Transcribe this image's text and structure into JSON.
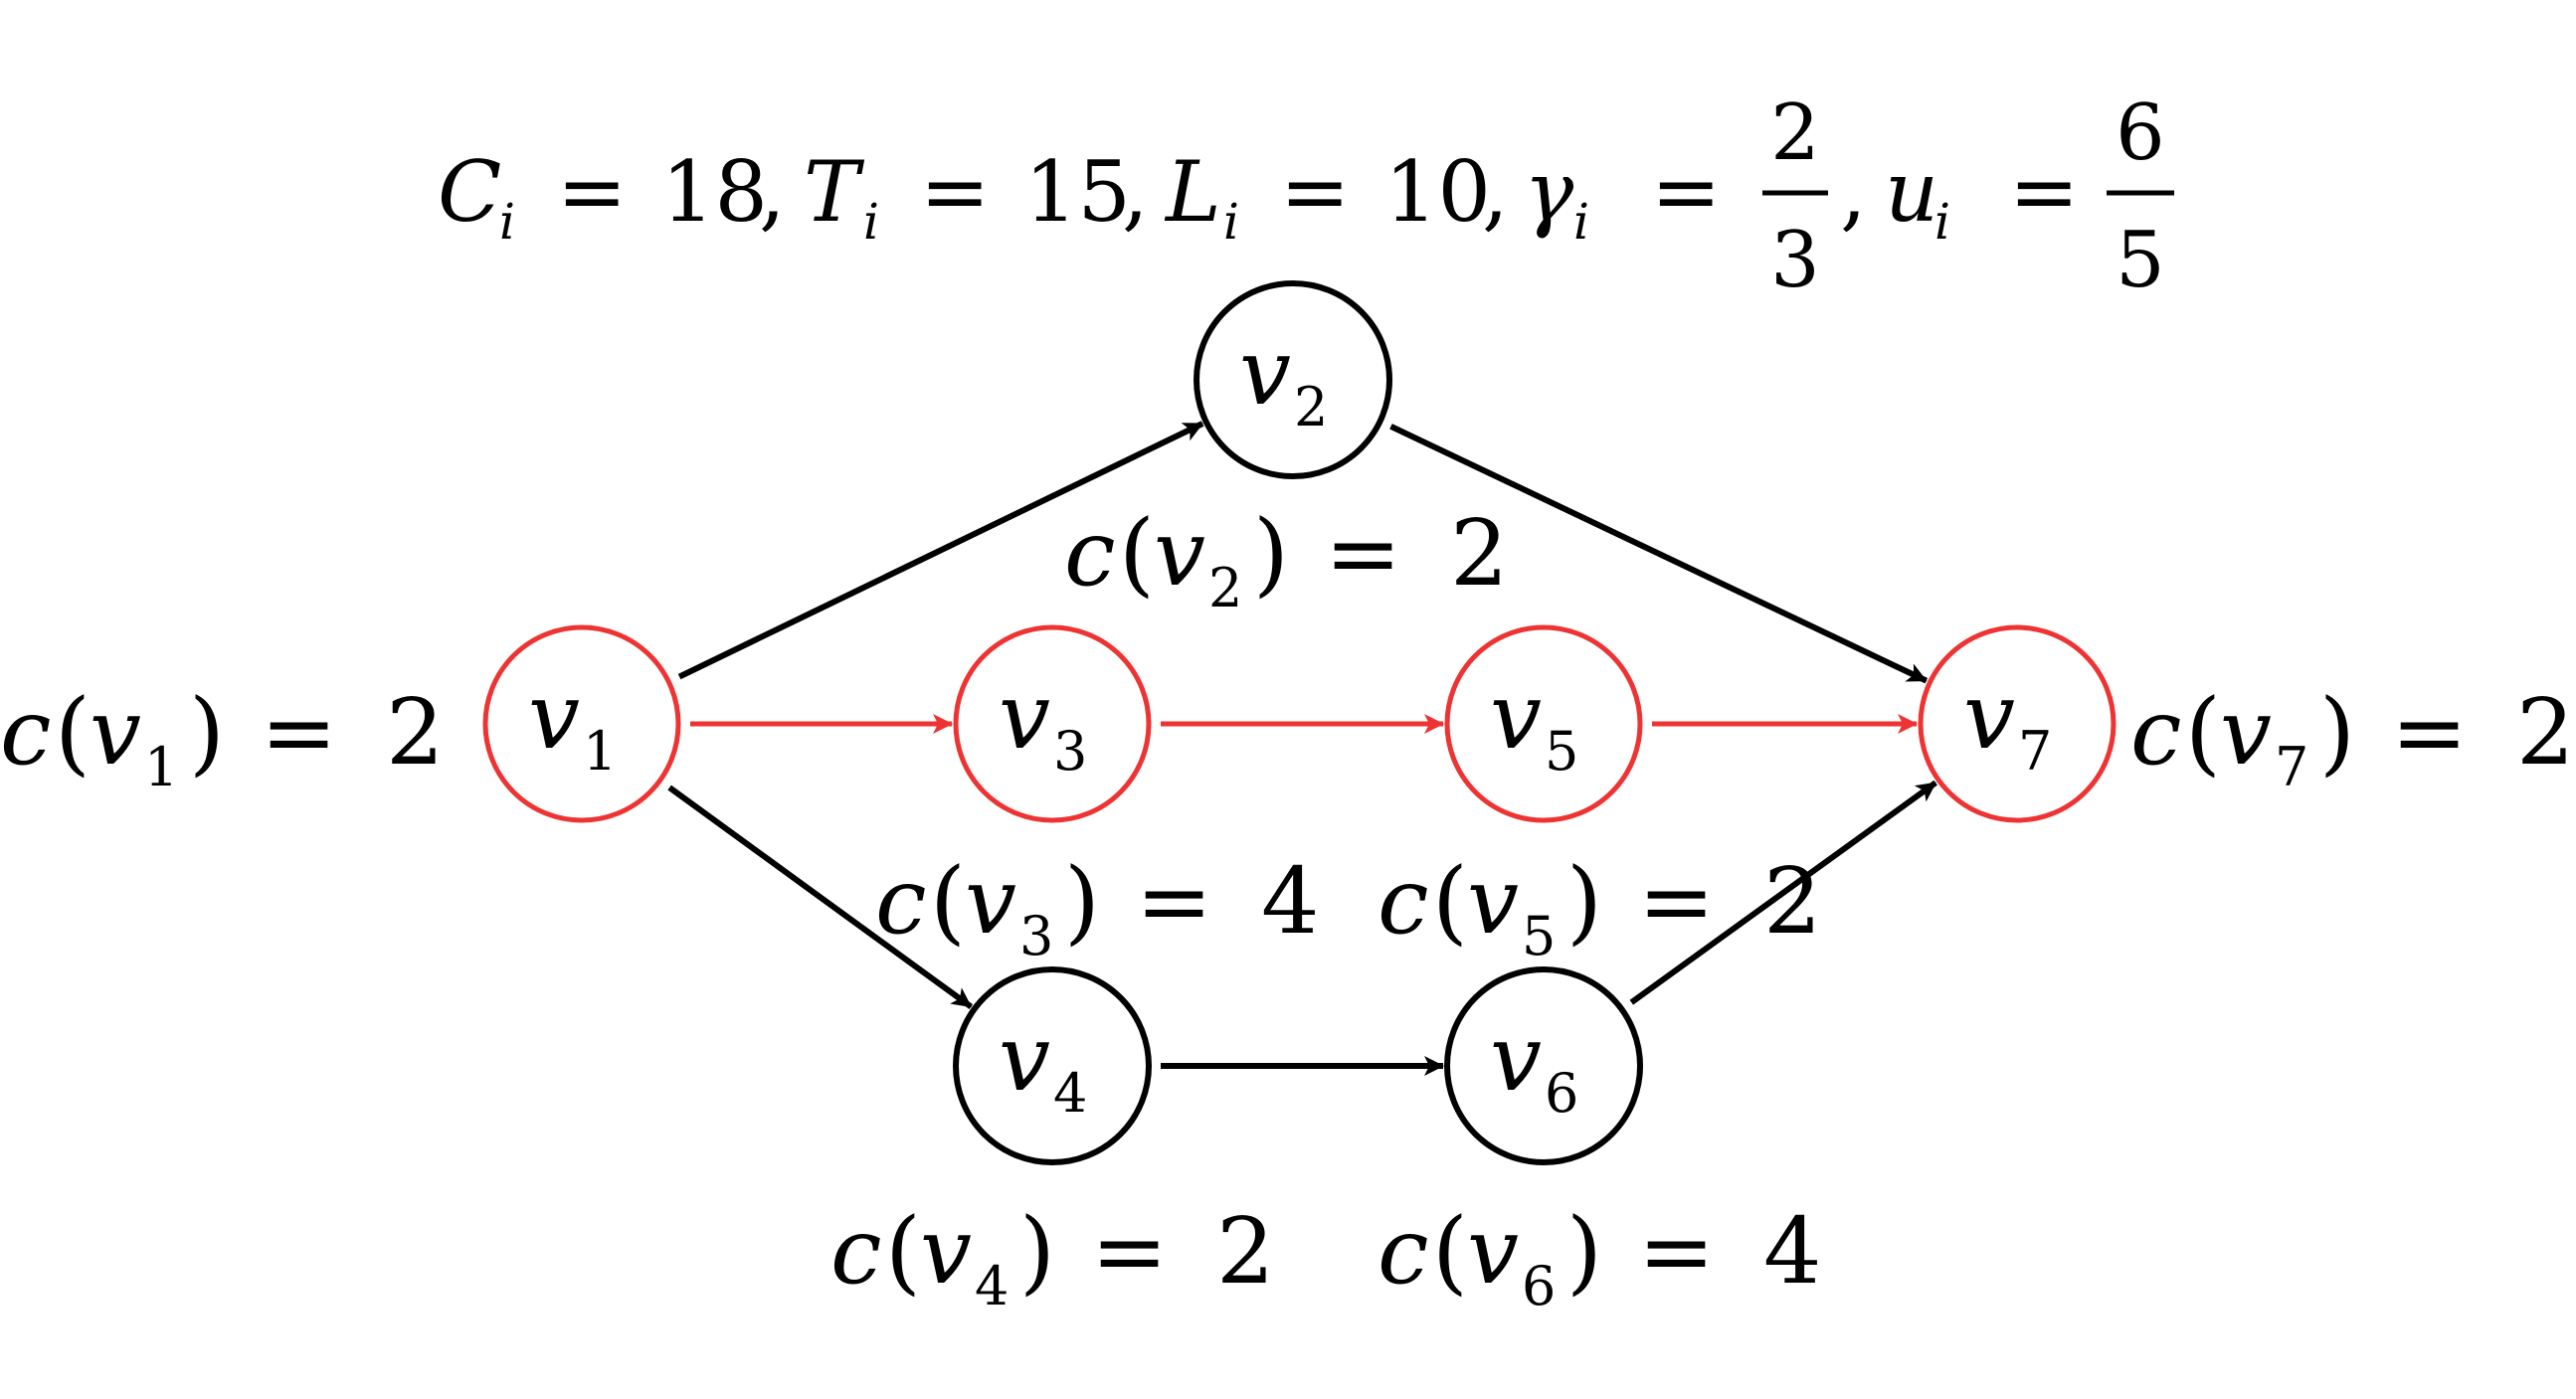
{
  "colors": {
    "highlight": "#ee3333",
    "normal": "#000000",
    "background": "#ffffff"
  },
  "header": {
    "C": {
      "sym": "C",
      "sub": "i",
      "val": "18"
    },
    "T": {
      "sym": "T",
      "sub": "i",
      "val": "15"
    },
    "L": {
      "sym": "L",
      "sub": "i",
      "val": "10"
    },
    "gamma": {
      "sym": "γ",
      "sub": "i",
      "num": "2",
      "den": "3"
    },
    "u": {
      "sym": "u",
      "sub": "i",
      "num": "6",
      "den": "5"
    },
    "eq": "=",
    "sep": ","
  },
  "nodes": [
    {
      "id": "v1",
      "letter": "v",
      "index": "1",
      "highlighted": true
    },
    {
      "id": "v2",
      "letter": "v",
      "index": "2",
      "highlighted": false
    },
    {
      "id": "v3",
      "letter": "v",
      "index": "3",
      "highlighted": true
    },
    {
      "id": "v4",
      "letter": "v",
      "index": "4",
      "highlighted": false
    },
    {
      "id": "v5",
      "letter": "v",
      "index": "5",
      "highlighted": true
    },
    {
      "id": "v6",
      "letter": "v",
      "index": "6",
      "highlighted": false
    },
    {
      "id": "v7",
      "letter": "v",
      "index": "7",
      "highlighted": true
    }
  ],
  "cost_labels": [
    {
      "node": "v1",
      "fn": "c",
      "arg": "v",
      "index": "1",
      "value": "2"
    },
    {
      "node": "v2",
      "fn": "c",
      "arg": "v",
      "index": "2",
      "value": "2"
    },
    {
      "node": "v3",
      "fn": "c",
      "arg": "v",
      "index": "3",
      "value": "4"
    },
    {
      "node": "v4",
      "fn": "c",
      "arg": "v",
      "index": "4",
      "value": "2"
    },
    {
      "node": "v5",
      "fn": "c",
      "arg": "v",
      "index": "5",
      "value": "2"
    },
    {
      "node": "v6",
      "fn": "c",
      "arg": "v",
      "index": "6",
      "value": "4"
    },
    {
      "node": "v7",
      "fn": "c",
      "arg": "v",
      "index": "7",
      "value": "2"
    }
  ],
  "edges": [
    {
      "from": "v1",
      "to": "v2",
      "highlighted": false
    },
    {
      "from": "v1",
      "to": "v3",
      "highlighted": true
    },
    {
      "from": "v1",
      "to": "v4",
      "highlighted": false
    },
    {
      "from": "v2",
      "to": "v7",
      "highlighted": false
    },
    {
      "from": "v3",
      "to": "v5",
      "highlighted": true
    },
    {
      "from": "v4",
      "to": "v6",
      "highlighted": false
    },
    {
      "from": "v5",
      "to": "v7",
      "highlighted": true
    },
    {
      "from": "v6",
      "to": "v7",
      "highlighted": false
    }
  ]
}
